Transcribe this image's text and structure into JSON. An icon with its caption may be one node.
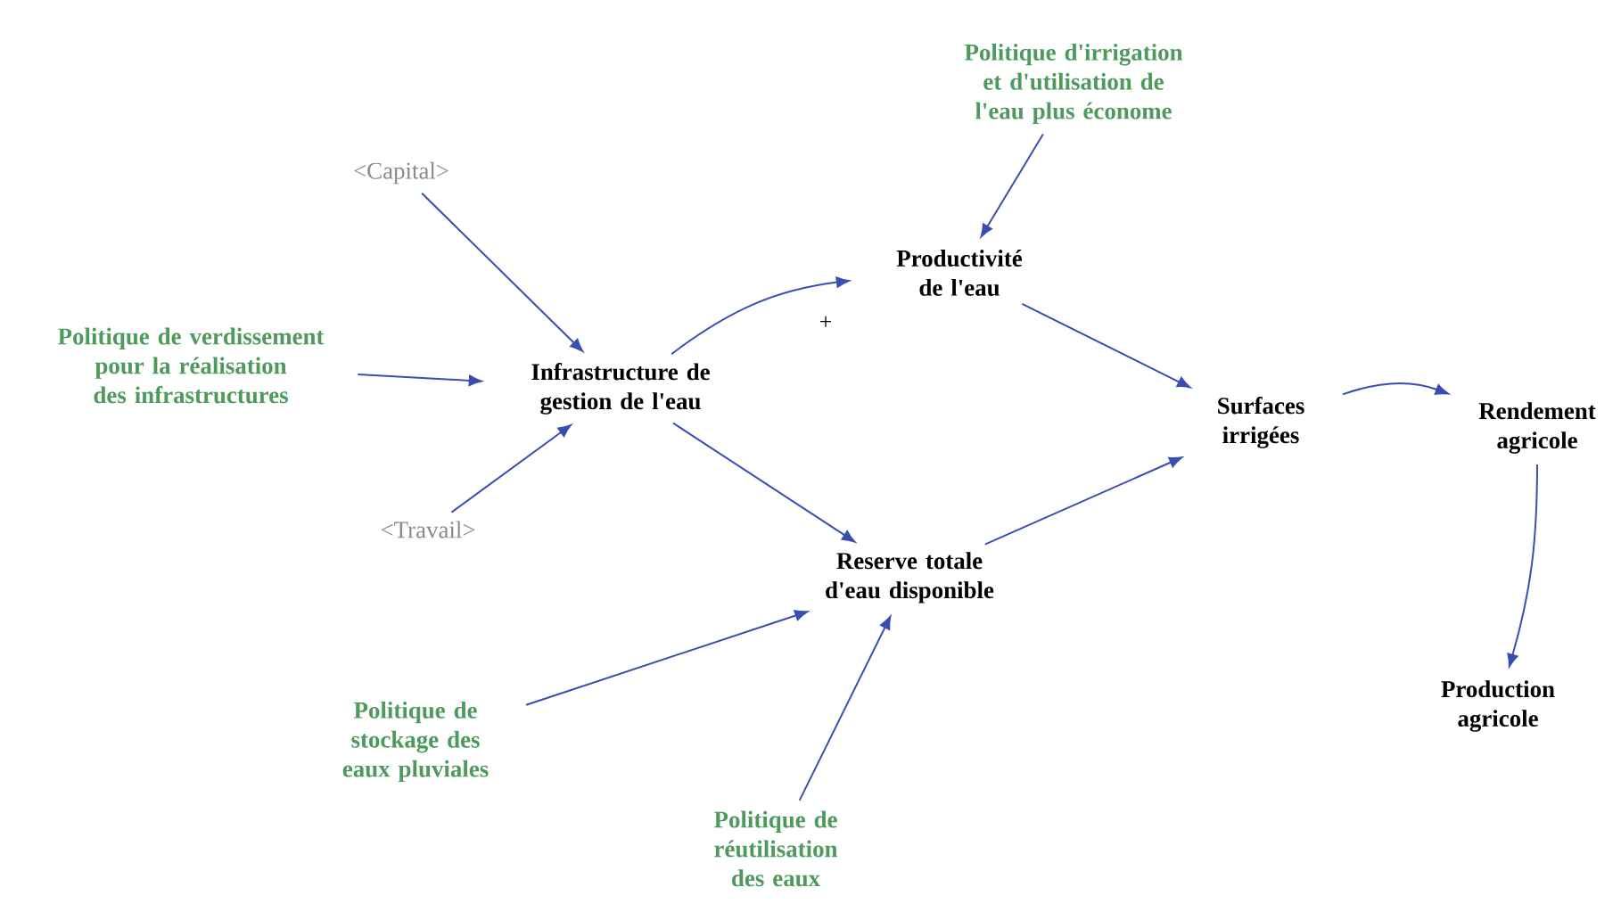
{
  "diagram": {
    "nodes": [
      {
        "text": [
          "Politique d'irrigation et d'utilisation de l'eau plus économe"
        ]
      },
      {
        "text": [
          "<Capital>"
        ]
      },
      {
        "text": [
          "Productivité de l'eau"
        ]
      },
      {
        "text": [
          "Politique de verdissement pour la réalisation des infrastructures"
        ]
      },
      {
        "text": [
          "Infrastructure de gestion de l'eau"
        ]
      },
      {
        "text": [
          "Surfaces irrigées"
        ]
      },
      {
        "text": [
          "Rendement agricole"
        ]
      },
      {
        "text": [
          "<Travail>"
        ]
      },
      {
        "text": [
          "Reserve totale d'eau disponible"
        ]
      },
      {
        "text": [
          "Politique de stockage des eaux pluviales"
        ]
      },
      {
        "text": [
          "Politique de réutilisation des eaux"
        ]
      },
      {
        "text": [
          "Production agricole"
        ]
      }
    ],
    "edges": [
      {
        "from": 1,
        "to": 4,
        "arrow": "to"
      },
      {
        "from": 3,
        "to": 4,
        "arrow": "to"
      },
      {
        "from": 7,
        "to": 4,
        "arrow": "to"
      },
      {
        "from": 4,
        "to": 2,
        "arrow": "to",
        "label": "+"
      },
      {
        "from": 4,
        "to": 8,
        "arrow": "to"
      },
      {
        "from": 0,
        "to": 2,
        "arrow": "to"
      },
      {
        "from": 2,
        "to": 5,
        "arrow": "to"
      },
      {
        "from": 8,
        "to": 5,
        "arrow": "to"
      },
      {
        "from": 5,
        "to": 6,
        "arrow": "to"
      },
      {
        "from": 6,
        "to": 11,
        "arrow": "to"
      },
      {
        "from": 9,
        "to": 8,
        "arrow": "to"
      },
      {
        "from": 10,
        "to": 8,
        "arrow": "to"
      }
    ]
  }
}
